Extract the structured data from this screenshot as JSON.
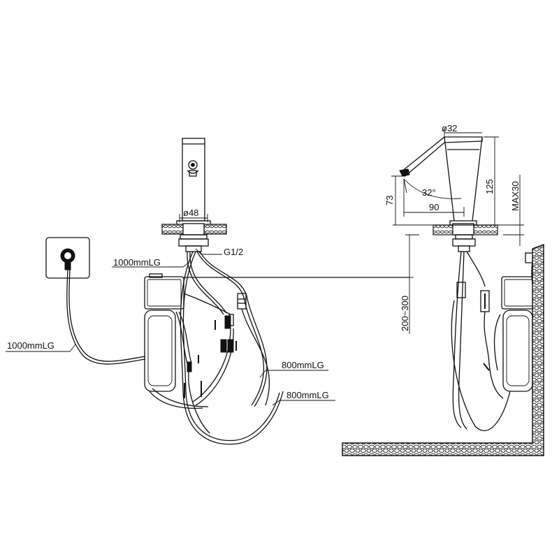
{
  "labels": {
    "socket_cable": "1000mmLG",
    "faucet_cable": "1000mmLG",
    "thread": "G1/2",
    "hose_1": "800mmLG",
    "hose_2": "800mmLG",
    "body_diameter": "ø48",
    "spout_diameter": "ø32",
    "spout_angle": "32°",
    "spout_reach": "90",
    "spout_height": "73",
    "body_height": "125",
    "max_deck": "MAX30",
    "install_height": "200~300"
  },
  "colors": {
    "line": "#111111",
    "background": "#ffffff"
  },
  "icons": {
    "wall_socket": "power-outlet-icon",
    "sensor_eye": "sensor-window-icon"
  }
}
